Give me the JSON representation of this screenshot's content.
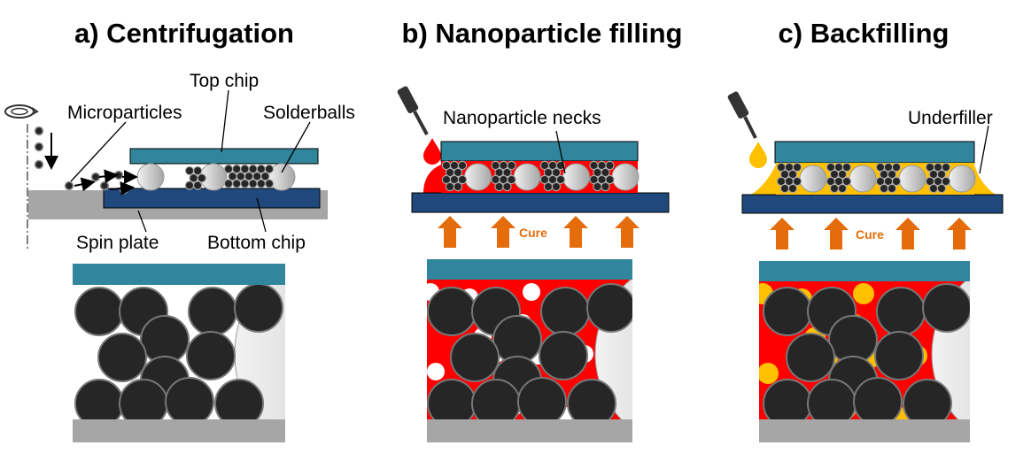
{
  "panels": [
    {
      "title": "a)  Centrifugation",
      "labels": {
        "top_chip": "Top chip",
        "microparticles": "Microparticles",
        "solderballs": "Solderballs",
        "spin_plate": "Spin plate",
        "bottom_chip": "Bottom chip"
      }
    },
    {
      "title": "b)  Nanoparticle filling",
      "labels": {
        "necks": "Nanoparticle necks",
        "cure": "Cure"
      }
    },
    {
      "title": "c)  Backfilling",
      "labels": {
        "underfiller": "Underfiller",
        "cure": "Cure"
      }
    }
  ],
  "colors": {
    "top_chip": "#31859c",
    "bottom_chip": "#1f497d",
    "spin_plate": "#a6a6a6",
    "microparticle": "#262626",
    "nanoparticle": "#ff0000",
    "underfill": "#ffc000",
    "cure_arrow": "#e46c0a"
  }
}
